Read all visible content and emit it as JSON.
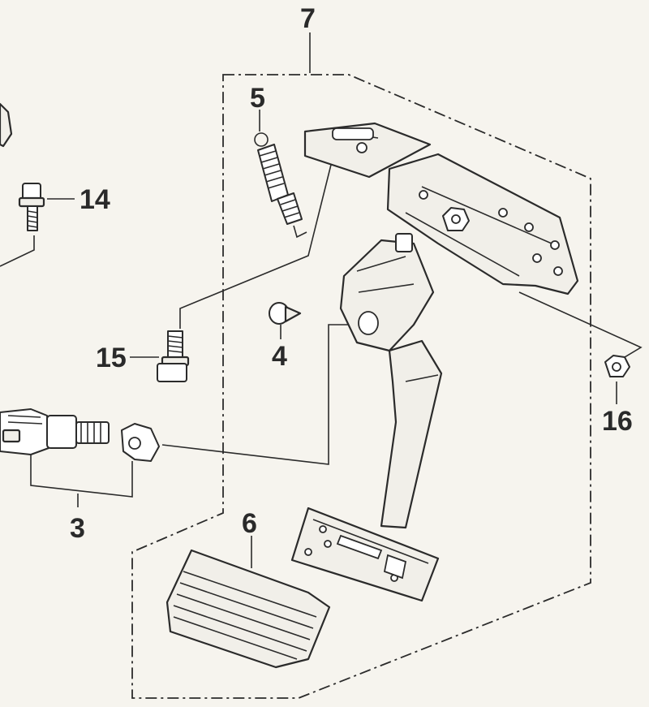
{
  "callouts": {
    "c7": "7",
    "c5": "5",
    "c14": "14",
    "c15": "15",
    "c4": "4",
    "c16": "16",
    "c3": "3",
    "c6": "6"
  },
  "colors": {
    "background": "#f6f4ee",
    "ink": "#2b2b2b"
  }
}
